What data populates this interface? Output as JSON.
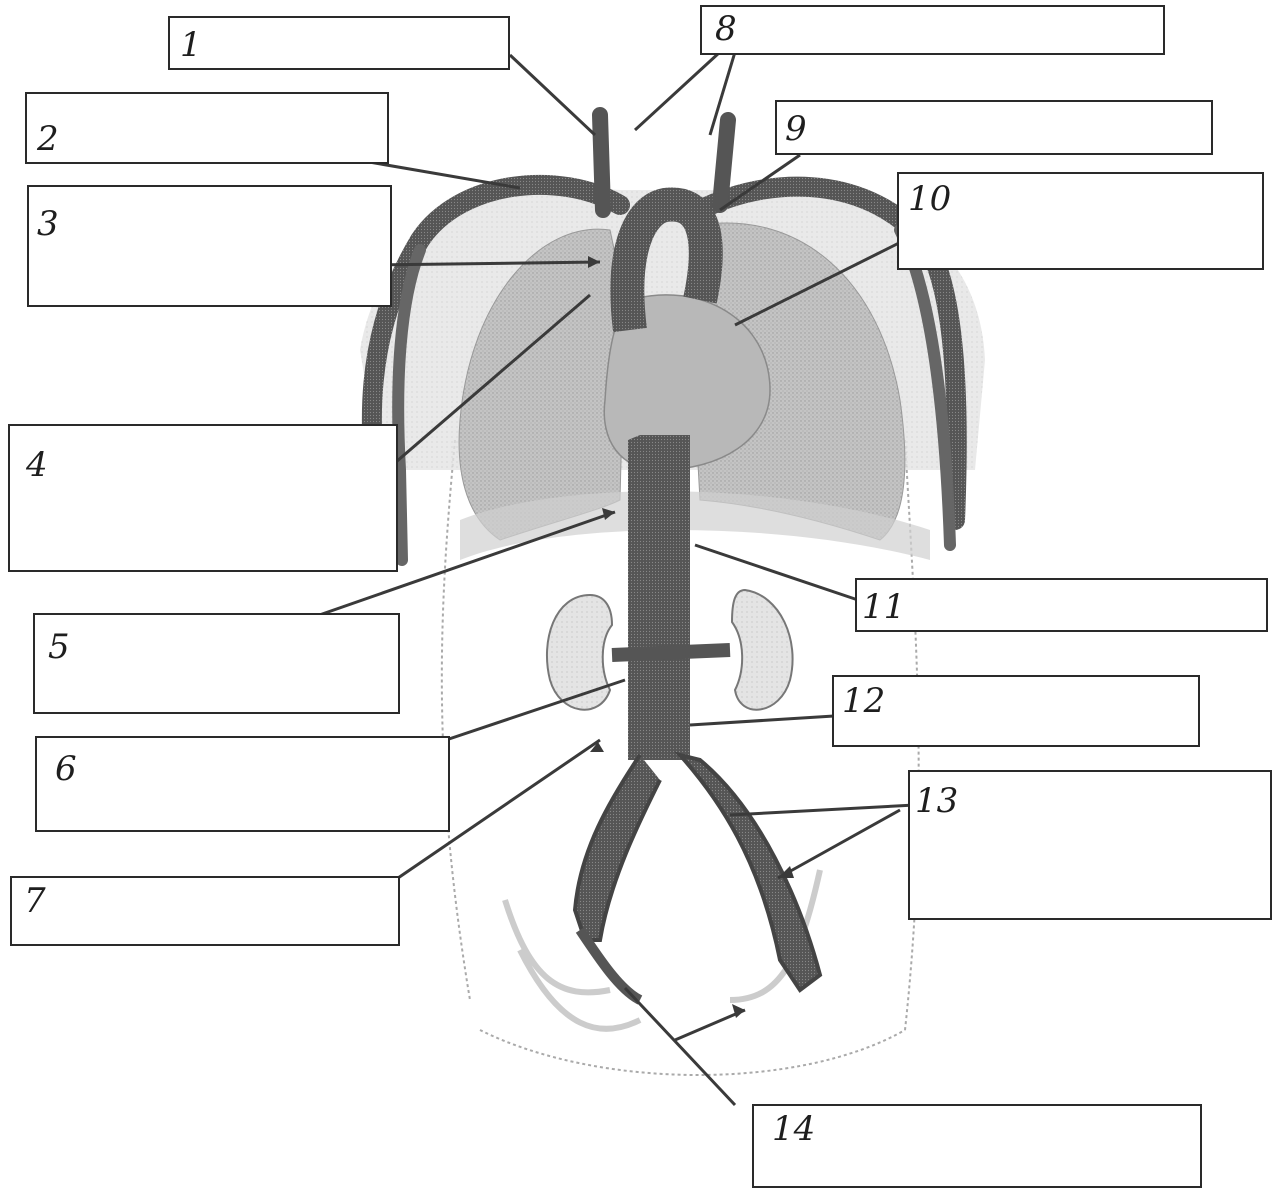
{
  "labels": [
    {
      "id": "1",
      "number": "1",
      "answer": ""
    },
    {
      "id": "2",
      "number": "2",
      "answer": ""
    },
    {
      "id": "3",
      "number": "3",
      "answer": ""
    },
    {
      "id": "4",
      "number": "4",
      "answer": ""
    },
    {
      "id": "5",
      "number": "5",
      "answer": ""
    },
    {
      "id": "6",
      "number": "6",
      "answer": ""
    },
    {
      "id": "7",
      "number": "7",
      "answer": ""
    },
    {
      "id": "8",
      "number": "8",
      "answer": ""
    },
    {
      "id": "9",
      "number": "9",
      "answer": ""
    },
    {
      "id": "10",
      "number": "10",
      "answer": ""
    },
    {
      "id": "11",
      "number": "11",
      "answer": ""
    },
    {
      "id": "12",
      "number": "12",
      "answer": ""
    },
    {
      "id": "13",
      "number": "13",
      "answer": ""
    },
    {
      "id": "14",
      "number": "14",
      "answer": ""
    }
  ],
  "colors": {
    "vessel": "#5a5a5a",
    "vessel_dark": "#3c3c3c",
    "organ": "#bdbdbd",
    "organ_light": "#d8d8d8",
    "body_outline": "#8a8a8a",
    "leader": "#3a3a3a"
  }
}
